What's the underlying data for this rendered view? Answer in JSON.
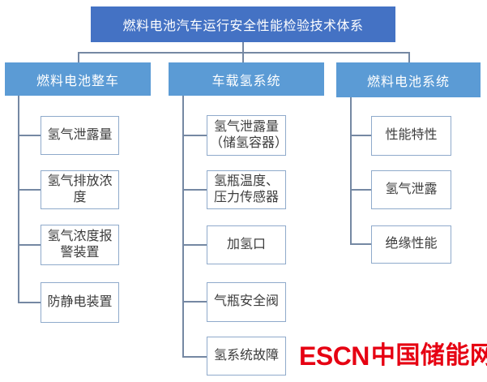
{
  "diagram": {
    "title": "燃料电池汽车运行安全性能检验技术体系",
    "branches": [
      {
        "label": "燃料电池整车",
        "children": [
          "氢气泄露量",
          "氢气排放浓度",
          "氢气浓度报警装置",
          "防静电装置"
        ]
      },
      {
        "label": "车载氢系统",
        "children": [
          "氢气泄露量（储氢容器）",
          "氢瓶温度、压力传感器",
          "加氢口",
          "气瓶安全阀",
          "氢系统故障"
        ]
      },
      {
        "label": "燃料电池系统",
        "children": [
          "性能特性",
          "氢气泄露",
          "绝缘性能"
        ]
      }
    ],
    "colors": {
      "root_fill": "#4472C4",
      "branch_fill": "#5B9BD5",
      "child_border": "#8FAACB",
      "connector": "#7588A3",
      "logo_red": "#E60012"
    }
  },
  "watermark": {
    "brand": "ESCN",
    "site_name": "中国储能网"
  }
}
